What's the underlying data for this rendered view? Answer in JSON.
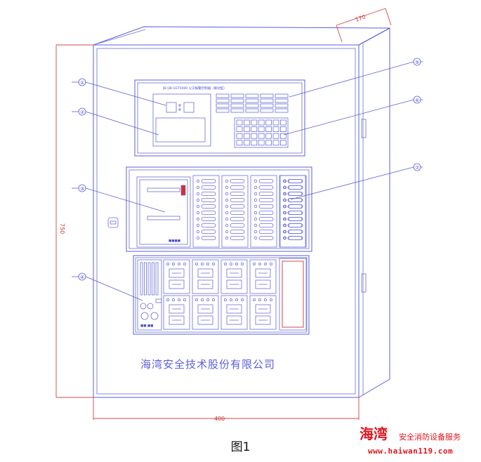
{
  "dimensions": {
    "depth_label": "170",
    "height_label": "750",
    "width_label": "400"
  },
  "callouts": [
    "①",
    "②",
    "③",
    "④",
    "⑤",
    "⑥",
    "⑦"
  ],
  "panel_title": "JB-QB-GST5000 火灾报警控制器（联动型）",
  "company_name": "海湾安全技术股份有限公司",
  "figure_caption": "图1",
  "watermark": {
    "brand": "海湾",
    "subtitle": "安全消防设备服务",
    "url": "www.haiwan119.com"
  },
  "colors": {
    "drawing_line": "#5b5fd6",
    "dimension_line": "#d24848",
    "watermark": "#e0141e"
  }
}
